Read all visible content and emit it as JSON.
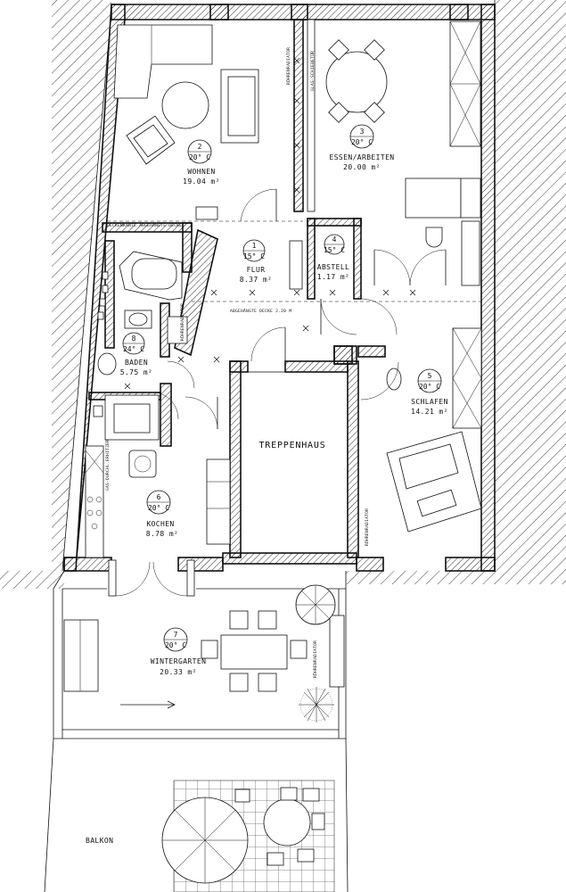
{
  "rooms": [
    {
      "id": "wohnen",
      "number": "2",
      "temp": "20° C",
      "name": "WOHNEN",
      "area": "19.04 m²"
    },
    {
      "id": "essen",
      "number": "3",
      "temp": "20° C",
      "name": "ESSEN/ARBEITEN",
      "area": "20.00 m²"
    },
    {
      "id": "flur",
      "number": "1",
      "temp": "15° C",
      "name": "FLUR",
      "area": "8.37 m²"
    },
    {
      "id": "abstell",
      "number": "4",
      "temp": "15° C",
      "name": "ABSTELL",
      "area": "1.17 m²"
    },
    {
      "id": "baden",
      "number": "8",
      "temp": "24° C",
      "name": "BADEN",
      "area": "5.75 m²"
    },
    {
      "id": "schlafen",
      "number": "5",
      "temp": "20° C",
      "name": "SCHLAFEN",
      "area": "14.21 m²"
    },
    {
      "id": "kochen",
      "number": "6",
      "temp": "20° C",
      "name": "KOCHEN",
      "area": "8.78 m²"
    },
    {
      "id": "wintergarten",
      "number": "7",
      "temp": "20° C",
      "name": "WINTERGARTEN",
      "area": "20.33 m²"
    }
  ],
  "labels": {
    "treppenhaus": "TREPPENHAUS",
    "balkon": "BALKON",
    "decke_left": "DECKENKANTE ABGEHÄNGTE DECKE",
    "decke_mid": "ABGEHÄNGTE DECKE 2.20 M",
    "heizung_wohnen": "RÖHRENRADIATOR",
    "glas_schiebetuer": "GLAS-SCHIEBETÜR",
    "heizung_schlafen": "RÖHRENRADIATOR",
    "heizung_winter": "RÖHRENRADIATOR",
    "kochen_wall": "GAS-DURCHL.ERHITZER",
    "baden_wall": "RÖHRENRADIATOR"
  },
  "icons": {
    "wall": "hatched-wall",
    "door": "door-swing-arc",
    "plant": "plant-icon",
    "umbrella": "umbrella-icon",
    "arrow": "arrow-icon"
  }
}
